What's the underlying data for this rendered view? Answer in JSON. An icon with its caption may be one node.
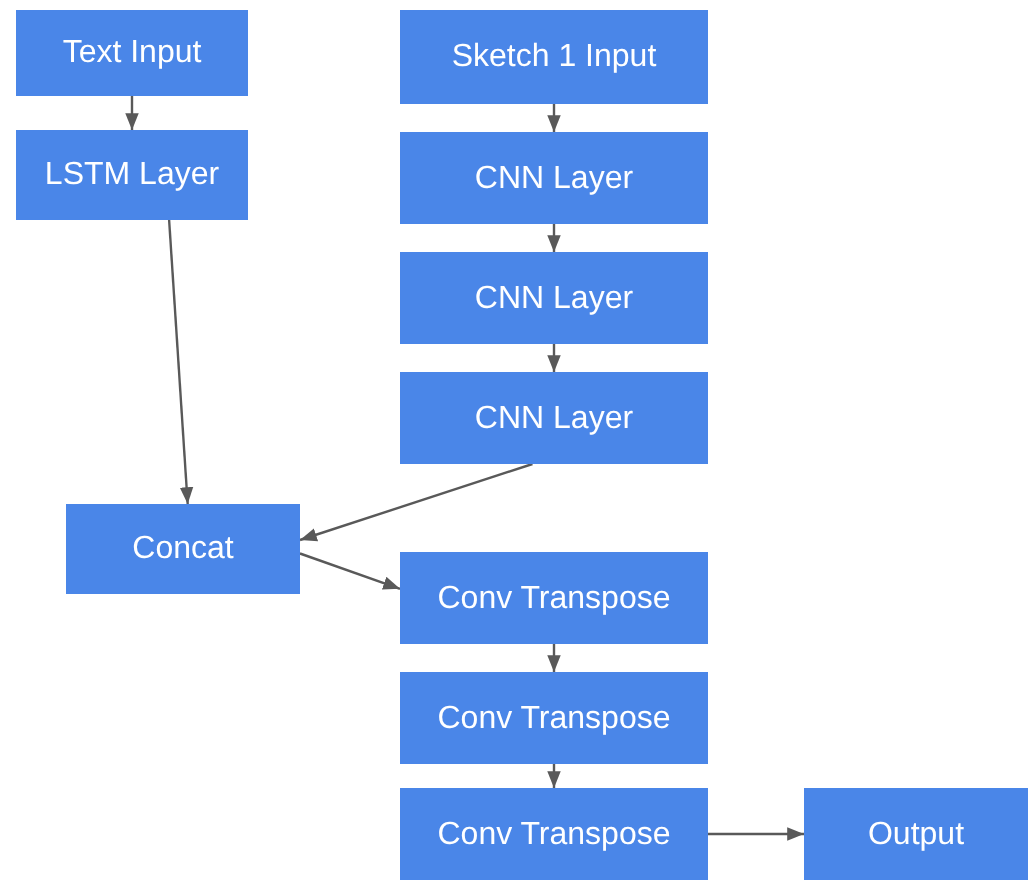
{
  "diagram": {
    "nodes": [
      {
        "text": [
          "Text Input"
        ]
      },
      {
        "text": [
          "Sketch 1 Input"
        ]
      },
      {
        "text": [
          "LSTM Layer"
        ]
      },
      {
        "text": [
          "CNN Layer"
        ]
      },
      {
        "text": [
          "CNN Layer"
        ]
      },
      {
        "text": [
          "CNN Layer"
        ]
      },
      {
        "text": [
          "Concat"
        ]
      },
      {
        "text": [
          "Conv Transpose"
        ]
      },
      {
        "text": [
          "Conv Transpose"
        ]
      },
      {
        "text": [
          "Conv Transpose"
        ]
      },
      {
        "text": [
          "Output"
        ]
      }
    ],
    "edges": [
      {
        "from": 0,
        "to": 2,
        "arrow": "to"
      },
      {
        "from": 1,
        "to": 3,
        "arrow": "to"
      },
      {
        "from": 3,
        "to": 4,
        "arrow": "to"
      },
      {
        "from": 4,
        "to": 5,
        "arrow": "to"
      },
      {
        "from": 2,
        "to": 6,
        "arrow": "to"
      },
      {
        "from": 5,
        "to": 6,
        "arrow": "to"
      },
      {
        "from": 6,
        "to": 7,
        "arrow": "to"
      },
      {
        "from": 7,
        "to": 8,
        "arrow": "to"
      },
      {
        "from": 8,
        "to": 9,
        "arrow": "to"
      },
      {
        "from": 9,
        "to": 10,
        "arrow": "to"
      }
    ]
  }
}
